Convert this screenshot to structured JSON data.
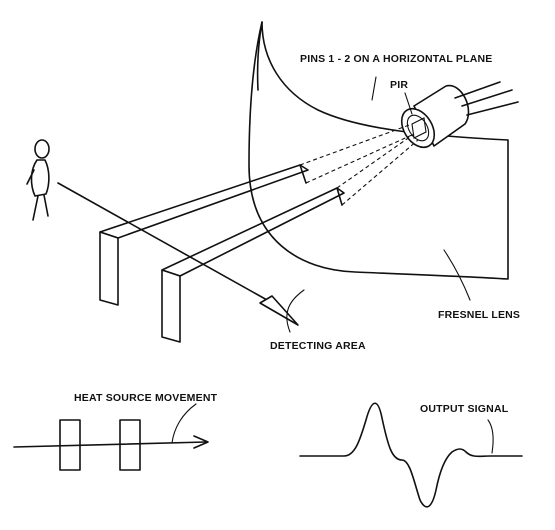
{
  "labels": {
    "pins_plane": "PINS 1 - 2 ON A HORIZONTAL PLANE",
    "pir": "PIR",
    "fresnel_lens": "FRESNEL LENS",
    "detecting_area": "DETECTING AREA",
    "heat_source_movement": "HEAT SOURCE MOVEMENT",
    "output_signal": "OUTPUT SIGNAL"
  },
  "colors": {
    "ink": "#111111",
    "background": "#ffffff"
  }
}
